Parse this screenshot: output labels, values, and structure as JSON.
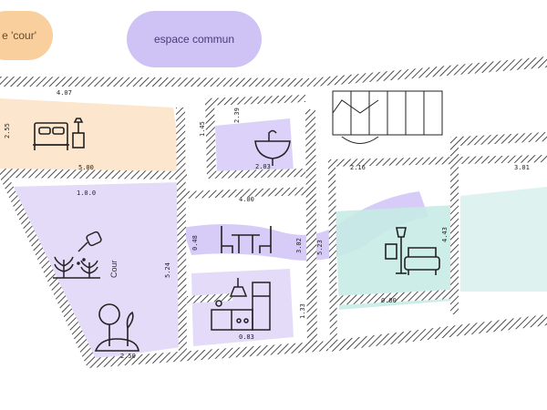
{
  "legend": {
    "cour": "e 'cour'",
    "commun": "espace commun"
  },
  "labels": {
    "cour": "Cour"
  },
  "dimensions": {
    "bedroom_top": "4.07",
    "bedroom_height": "2.55",
    "bedroom_bottom": "5.00",
    "cour_top": "1.0.0",
    "cour_height": "5.24",
    "cour_bottom": "2.50",
    "wc_width": "1.45",
    "wc_side": "2.39",
    "bath_bottom": "2.03",
    "kitchen_top": "4.00",
    "kitchen_left": "0.48",
    "kitchen_right": "3.02",
    "kitchen_bottom": "0.83",
    "kitchen_small": "1.33",
    "living_top": "2.16",
    "living_left": "5.23",
    "living_right": "4.43",
    "living_bottom": "0.00",
    "right_top": "3.01"
  },
  "colors": {
    "cour": "#f8cf9d",
    "commun": "#cfc2f5",
    "living": "#c7ebe6",
    "bedroom": "#fbe2c4"
  },
  "icons": [
    "bed-icon",
    "watering-can-icon",
    "plants-icon",
    "tree-icon",
    "sink-icon",
    "dining-table-icon",
    "kitchen-icon",
    "armchair-lamp-icon",
    "stairs-icon"
  ]
}
